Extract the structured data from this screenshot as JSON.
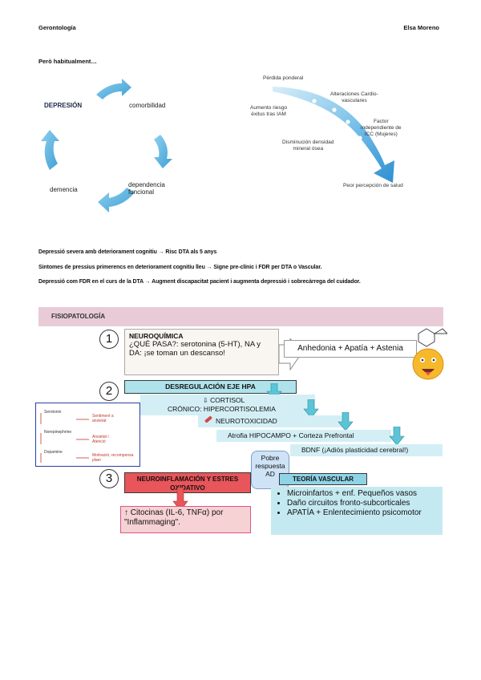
{
  "header": {
    "left": "Gerontología",
    "right": "Elsa Moreno"
  },
  "intro": "Però habitualment…",
  "cycle": {
    "depresion": "DEPRESIÓN",
    "comorbilidad": "comorbilidad",
    "dependencia_1": "dependencia",
    "dependencia_2": "funcional",
    "demencia": "demencia"
  },
  "arrow_diagram": {
    "top": "Pérdida ponderal",
    "alteraciones_1": "Alteraciones Cardio-",
    "alteraciones_2": "vasculares",
    "aumento_1": "Aumento riesgo",
    "aumento_2": "éxitus tras IAM",
    "factor_1": "Factor",
    "factor_2": "independiente de",
    "factor_3": "ICC (Mujeres)",
    "disminucion_1": "Disminución densidad",
    "disminucion_2": "mineral ósea",
    "peor": "Peor percepción de salud"
  },
  "text_lines": {
    "l1": "Depressió severa amb deteriorament cognitiu → Risc DTA als 5 anys",
    "l2": "Sintomes de pressius primerencs en deteriorament cognitiu lleu → Signe pre-clínic i FDR per DTA o Vascular.",
    "l3": "Depressió com FDR en el curs de la DTA → Augment discapacitat pacient i augmenta depressió i sobrecàrrega del cuidador."
  },
  "fisio": {
    "title": "FISIOPATOLOGÍA",
    "n1": "1",
    "n2": "2",
    "n3": "3",
    "neuroquimica_title": "NEUROQUÍMICA",
    "neuroquimica_body": "¿QUÉ PASA?: serotonina (5-HT), NA y DA: ¡se toman un descanso!",
    "anhedonia": "Anhedonia + Apatía + Astenia",
    "hpa_title": "DESREGULACIÓN EJE HPA",
    "cortisol": "CORTISOL",
    "cronico": "CRÓNICO: HIPERCORTISOLEMIA",
    "neurotox": "NEUROTOXICIDAD",
    "atrofia": "Atrofia HIPOCAMPO + Corteza Prefrontal",
    "bdnf": "BDNF (¡Adiós plasticidad cerebral!)",
    "pobre": "Pobre respuesta AD",
    "neuroinfl": "NEUROINFLAMACIÓN Y ESTRES OXIDATIVO",
    "citocinas": "↑ Citocinas (IL-6, TNFα) por \"Inflammaging\".",
    "teoria_title": "TEORÍA VASCULAR",
    "vascular_items": [
      "Microinfartos + enf. Pequeños vasos",
      "Daño circuitos fronto-subcorticales",
      "APATÍA + Enlentecimiento psicomotor"
    ],
    "mini": {
      "a1": "Serotonin",
      "a2": "Sentiment a",
      "a2b": "anxietat",
      "b1": "Norepinephrine",
      "b2": "Ansietat i",
      "b2b": "Atenció",
      "c1": "Dopamine",
      "c2": "Motivació, recompensa",
      "c2b": "plaer"
    }
  },
  "colors": {
    "cycle_arrow": "#4ba8d8",
    "fisio_band": "#e8cbd7",
    "hpa_box": "#aee3ec",
    "hpa_arrow": "#5cc4d6",
    "neuroinfl_red": "#e8555a",
    "citocinas_bg": "#f6d2d4",
    "teoria_bg": "#c5e9f1",
    "vascular_blue": "#2f7fd0"
  }
}
